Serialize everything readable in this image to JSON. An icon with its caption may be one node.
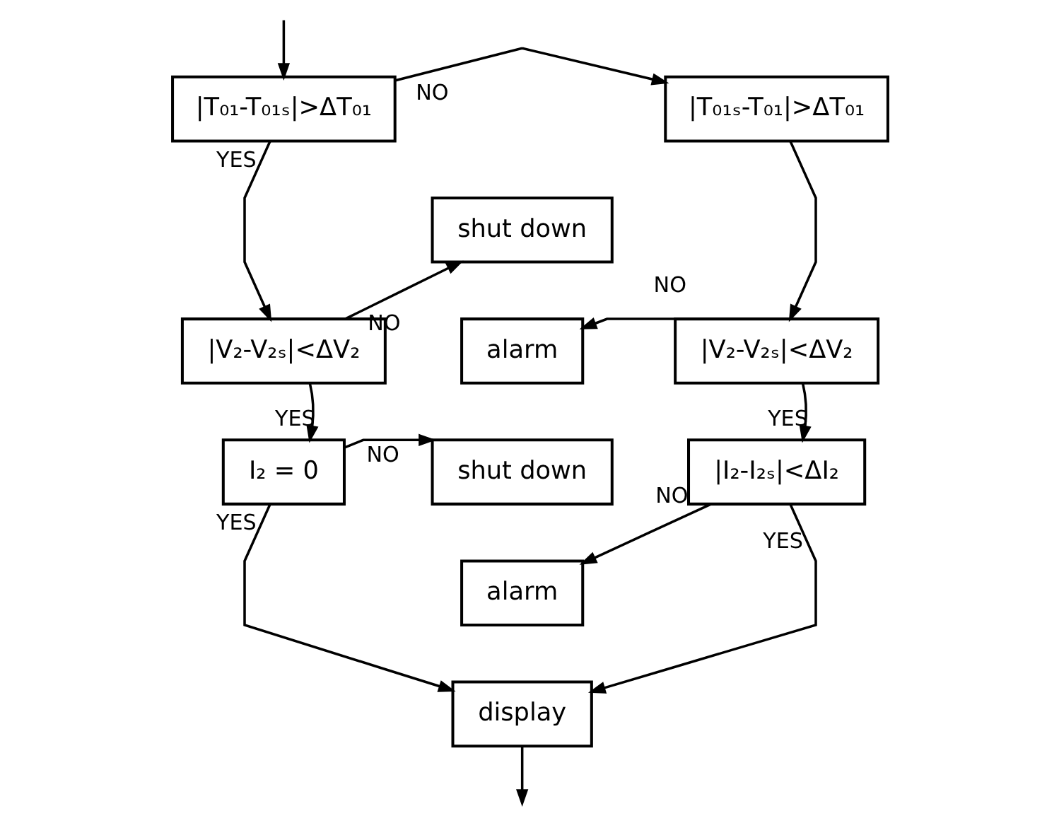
{
  "diagram": {
    "nodes": [
      {
        "text": [
          "|T₀₁-T₀₁ₛ|>ΔT₀₁"
        ]
      },
      {
        "text": [
          "|T₀₁ₛ-T₀₁|>ΔT₀₁"
        ]
      },
      {
        "text": [
          "shut down"
        ]
      },
      {
        "text": [
          "|V₂-V₂ₛ|<ΔV₂"
        ]
      },
      {
        "text": [
          "alarm"
        ]
      },
      {
        "text": [
          "|V₂-V₂ₛ|<ΔV₂"
        ]
      },
      {
        "text": [
          "I₂ = 0"
        ]
      },
      {
        "text": [
          "shut down"
        ]
      },
      {
        "text": [
          "|I₂-I₂ₛ|<ΔI₂"
        ]
      },
      {
        "text": [
          "alarm"
        ]
      },
      {
        "text": [
          "display"
        ]
      }
    ],
    "edges": [
      {
        "from": null,
        "to": 0,
        "arrow": "to"
      },
      {
        "from": 0,
        "to": 1,
        "arrow": "to",
        "label": "NO"
      },
      {
        "from": 0,
        "to": 3,
        "arrow": "to",
        "label": "YES"
      },
      {
        "from": 3,
        "to": 2,
        "arrow": "to",
        "label": "NO"
      },
      {
        "from": 1,
        "to": 5,
        "arrow": "to"
      },
      {
        "from": 5,
        "to": 4,
        "arrow": "to",
        "label": "NO"
      },
      {
        "from": 3,
        "to": 6,
        "arrow": "to",
        "label": "YES"
      },
      {
        "from": 5,
        "to": 8,
        "arrow": "to",
        "label": "YES"
      },
      {
        "from": 6,
        "to": 7,
        "arrow": "to",
        "label": "NO"
      },
      {
        "from": 8,
        "to": 9,
        "arrow": "to",
        "label": "NO"
      },
      {
        "from": 6,
        "to": 10,
        "arrow": "to",
        "label": "YES"
      },
      {
        "from": 8,
        "to": 10,
        "arrow": "to",
        "label": "YES"
      },
      {
        "from": 10,
        "to": null,
        "arrow": "to"
      }
    ]
  }
}
